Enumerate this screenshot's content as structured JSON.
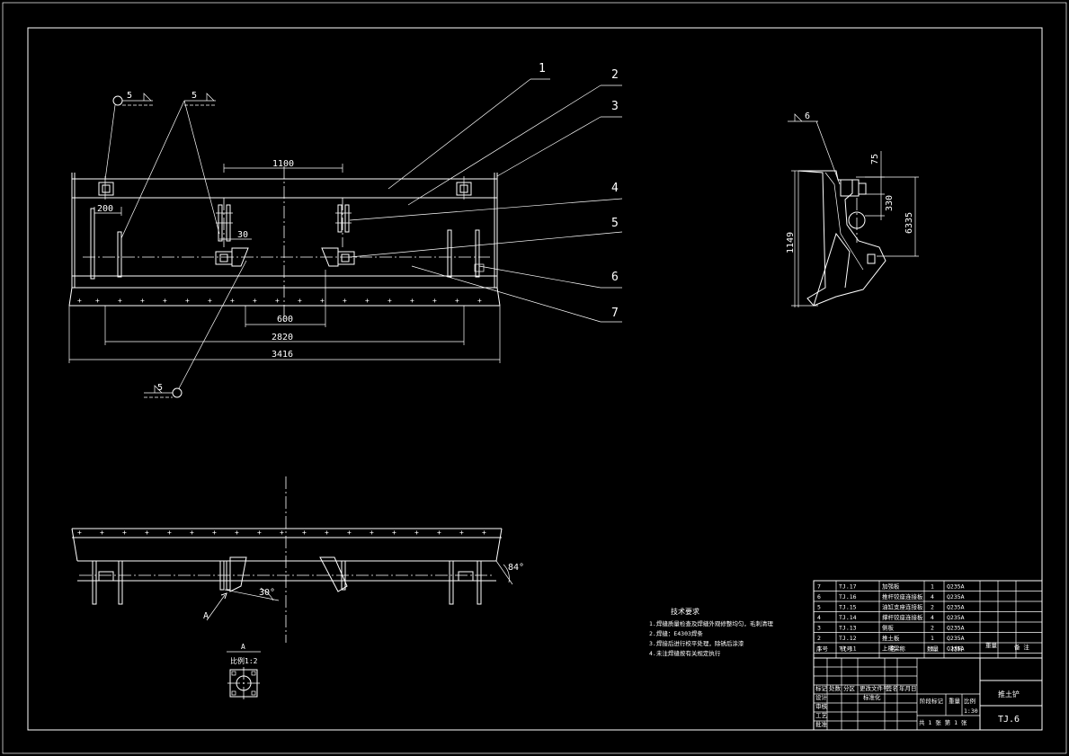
{
  "part_labels": [
    "1",
    "2",
    "3",
    "4",
    "5",
    "6",
    "7"
  ],
  "front_view": {
    "dim_1100": "1100",
    "dim_200": "200",
    "dim_30": "30",
    "dim_600": "600",
    "dim_2820": "2820",
    "dim_3416": "3416",
    "weld_top_left": "5",
    "weld_top_mid": "5",
    "weld_bottom": "5"
  },
  "side_view": {
    "weld": "6",
    "dim_75": "75",
    "dim_330": "330",
    "dim_6335": "6335",
    "dim_1149": "1149"
  },
  "plan_view": {
    "angle_30": "30°",
    "angle_84": "84°",
    "view_a": "A"
  },
  "detail_a": {
    "title": "A",
    "scale": "比例1:2"
  },
  "tech_requirements": {
    "title": "技术要求",
    "items": [
      "1.焊缝质量检查及焊缝外观修整均匀，毛刺清理",
      "2.焊缝：E4303焊条",
      "3.焊接后进行校平处理，除锈后涂漆",
      "4.未注焊缝按有关规定执行"
    ]
  },
  "parts_list": [
    {
      "no": "7",
      "code": "TJ.17",
      "name": "加强板",
      "qty": "1",
      "mat": "Q235A"
    },
    {
      "no": "6",
      "code": "TJ.16",
      "name": "推杆铰座连接板",
      "qty": "4",
      "mat": "Q235A"
    },
    {
      "no": "5",
      "code": "TJ.15",
      "name": "油缸支座连接板",
      "qty": "2",
      "mat": "Q235A"
    },
    {
      "no": "4",
      "code": "TJ.14",
      "name": "撑杆铰座连接板",
      "qty": "4",
      "mat": "Q235A"
    },
    {
      "no": "3",
      "code": "TJ.13",
      "name": "侧板",
      "qty": "2",
      "mat": "Q235A"
    },
    {
      "no": "2",
      "code": "TJ.12",
      "name": "推土板",
      "qty": "1",
      "mat": "Q235A"
    },
    {
      "no": "1",
      "code": "TJ.11",
      "name": "上横梁",
      "qty": "1",
      "mat": "Q235A"
    }
  ],
  "parts_header": {
    "no": "序号",
    "code": "代号",
    "name": "名 称",
    "qty": "数量",
    "mat": "材料",
    "weight": "重量",
    "note": "备 注"
  },
  "title_block": {
    "drawing_name": "推土铲",
    "drawing_no": "TJ.6",
    "stage_label": "阶段标记",
    "weight_label": "重量",
    "scale_label": "比例",
    "scale_value": "1:30",
    "sheet_info": "共 1 张  第 1 张",
    "rows": [
      "标记",
      "处数",
      "分区",
      "更改文件号",
      "签名",
      "年月日"
    ],
    "roles": [
      "设计",
      "审核",
      "工艺",
      "批准",
      "标准化"
    ]
  }
}
